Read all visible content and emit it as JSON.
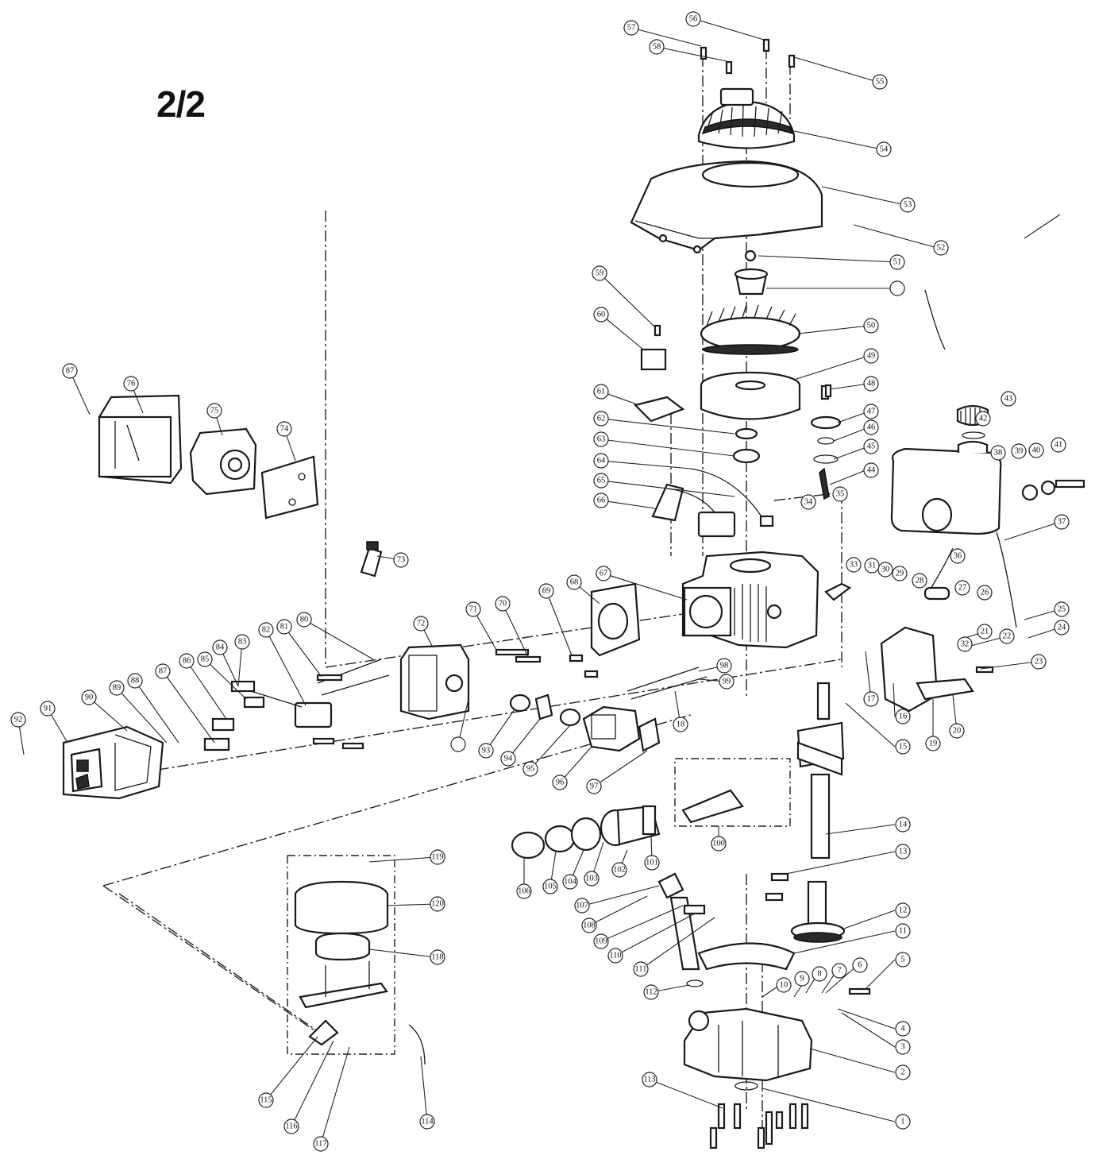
{
  "page": {
    "title": "2/2"
  },
  "callouts": [
    "1",
    "2",
    "3",
    "4",
    "5",
    "6",
    "7",
    "8",
    "9",
    "10",
    "11",
    "12",
    "13",
    "14",
    "15",
    "16",
    "17",
    "18",
    "19",
    "20",
    "21",
    "22",
    "23",
    "24",
    "25",
    "26",
    "27",
    "28",
    "29",
    "30",
    "31",
    "32",
    "33",
    "34",
    "35",
    "36",
    "37",
    "38",
    "39",
    "40",
    "41",
    "42",
    "43",
    "44",
    "45",
    "46",
    "47",
    "48",
    "49",
    "50",
    "51",
    "52",
    "53",
    "54",
    "55",
    "56",
    "57",
    "58",
    "59",
    "60",
    "61",
    "62",
    "63",
    "64",
    "65",
    "66",
    "67",
    "68",
    "69",
    "70",
    "71",
    "72",
    "73",
    "74",
    "75",
    "76",
    "87",
    "80",
    "81",
    "82",
    "83",
    "84",
    "85",
    "86",
    "87",
    "88",
    "89",
    "90",
    "91",
    "92",
    "93",
    "94",
    "95",
    "96",
    "97",
    "98",
    "99",
    "100",
    "101",
    "102",
    "103",
    "104",
    "105",
    "106",
    "107",
    "108",
    "109",
    "110",
    "111",
    "112",
    "113",
    "114",
    "115",
    "116",
    "117",
    "118",
    "119",
    "120"
  ]
}
